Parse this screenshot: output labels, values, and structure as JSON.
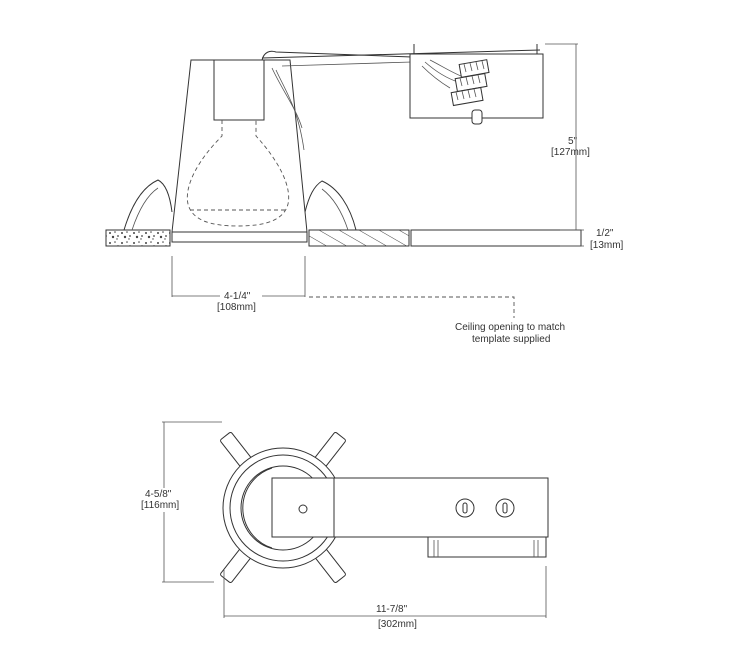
{
  "dimensions": {
    "height_total": {
      "imperial": "5\"",
      "metric": "[127mm]"
    },
    "ceiling_thickness": {
      "imperial": "1/2\"",
      "metric": "[13mm]"
    },
    "opening_width": {
      "imperial": "4-1/4\"",
      "metric": "[108mm]"
    },
    "plan_height": {
      "imperial": "4-5/8\"",
      "metric": "[116mm]"
    },
    "plan_length": {
      "imperial": "11-7/8\"",
      "metric": "[302mm]"
    }
  },
  "annotation": {
    "line1": "Ceiling opening to match",
    "line2": "template supplied"
  }
}
